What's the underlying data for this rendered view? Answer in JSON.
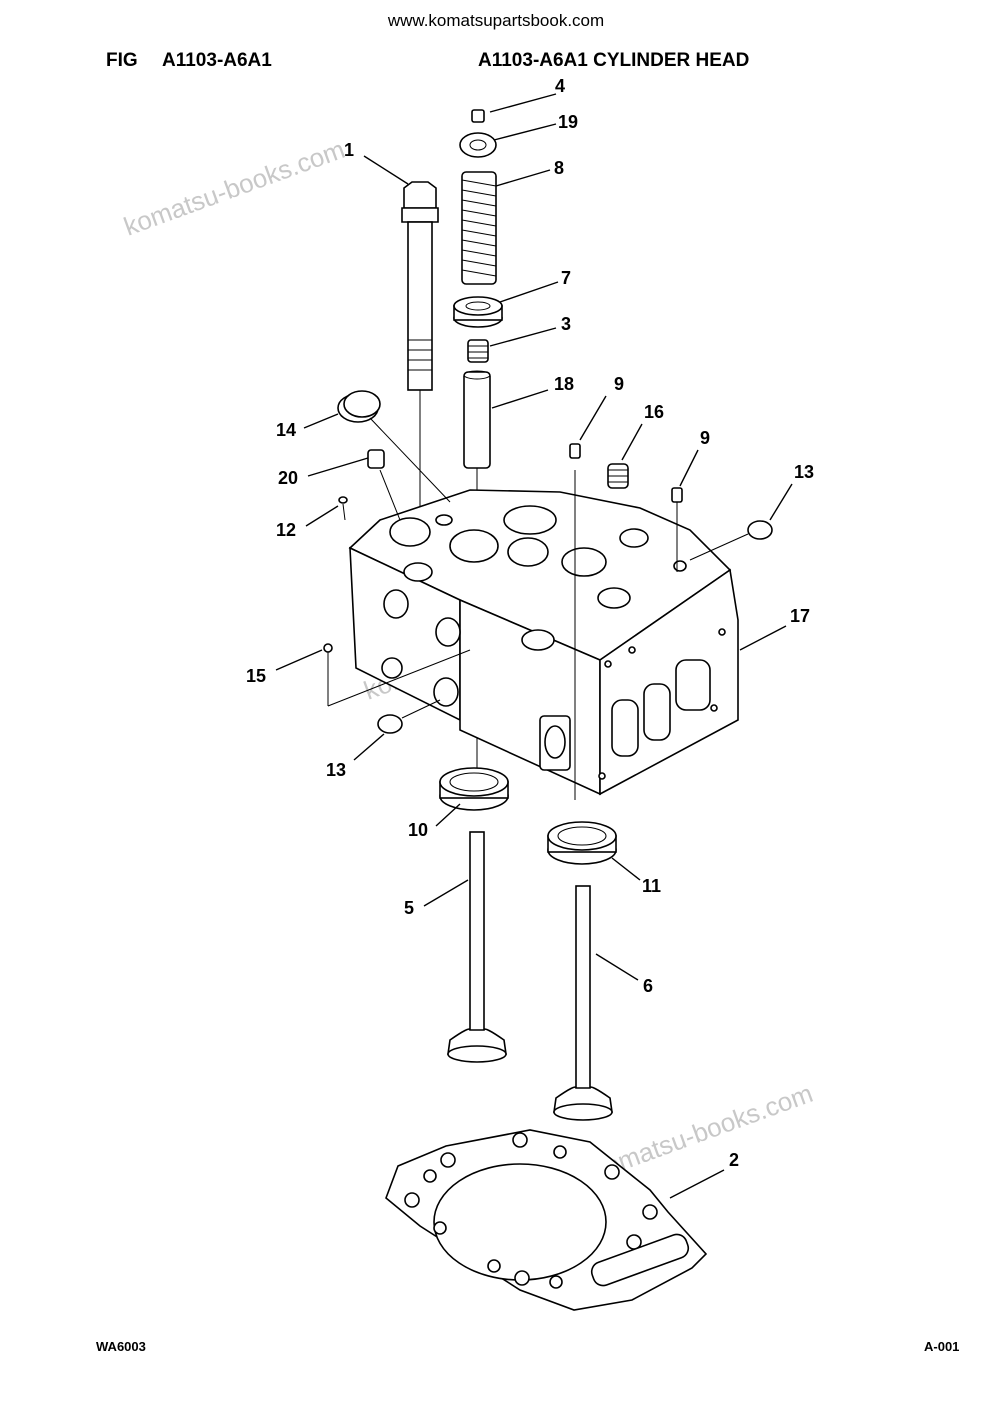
{
  "header": {
    "url": "www.komatsupartsbook.com",
    "fig_label": "FIG",
    "fig_code": "A1103-A6A1",
    "title": "A1103-A6A1 CYLINDER HEAD"
  },
  "watermarks": [
    "komatsu-books.com",
    "komatsu-books.com",
    "komatsu-books.com"
  ],
  "callouts": [
    "4",
    "19",
    "1",
    "8",
    "7",
    "3",
    "18",
    "9",
    "16",
    "9",
    "13",
    "14",
    "20",
    "12",
    "17",
    "15",
    "13",
    "10",
    "11",
    "5",
    "6",
    "2"
  ],
  "footer": {
    "left": "WA6003",
    "right": "A-001"
  }
}
